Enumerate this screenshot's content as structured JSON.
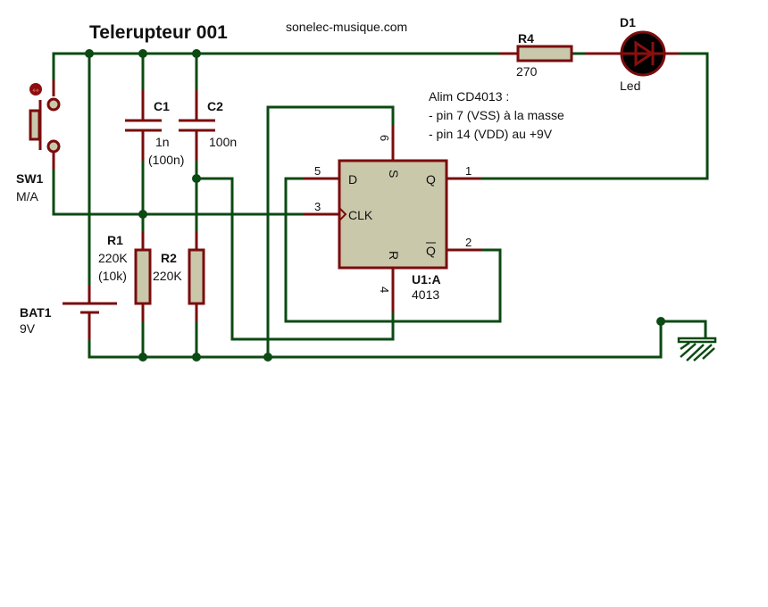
{
  "title": "Telerupteur 001",
  "website": "sonelec-musique.com",
  "note": {
    "line1": "Alim CD4013 :",
    "line2": "- pin 7 (VSS) à la masse",
    "line3": "- pin 14 (VDD) au +9V"
  },
  "components": {
    "sw1": {
      "ref": "SW1",
      "value": "M/A"
    },
    "c1": {
      "ref": "C1",
      "value": "1n",
      "alt": "(100n)"
    },
    "c2": {
      "ref": "C2",
      "value": "100n"
    },
    "r1": {
      "ref": "R1",
      "value": "220K",
      "alt": "(10k)"
    },
    "r2": {
      "ref": "R2",
      "value": "220K"
    },
    "r4": {
      "ref": "R4",
      "value": "270"
    },
    "d1": {
      "ref": "D1",
      "value": "Led"
    },
    "bat1": {
      "ref": "BAT1",
      "value": "9V"
    },
    "u1": {
      "ref": "U1:A",
      "value": "4013",
      "pins": {
        "d": {
          "name": "D",
          "num": "5"
        },
        "clk": {
          "name": "CLK",
          "num": "3"
        },
        "s": {
          "name": "S",
          "num": "6"
        },
        "r": {
          "name": "R",
          "num": "4"
        },
        "q": {
          "name": "Q",
          "num": "1"
        },
        "qbar": {
          "name": "Q",
          "num": "2"
        }
      }
    }
  },
  "colors": {
    "wire": "#0b4a12",
    "pin": "#7a0c0c",
    "component_body": "#c9c8ab"
  }
}
